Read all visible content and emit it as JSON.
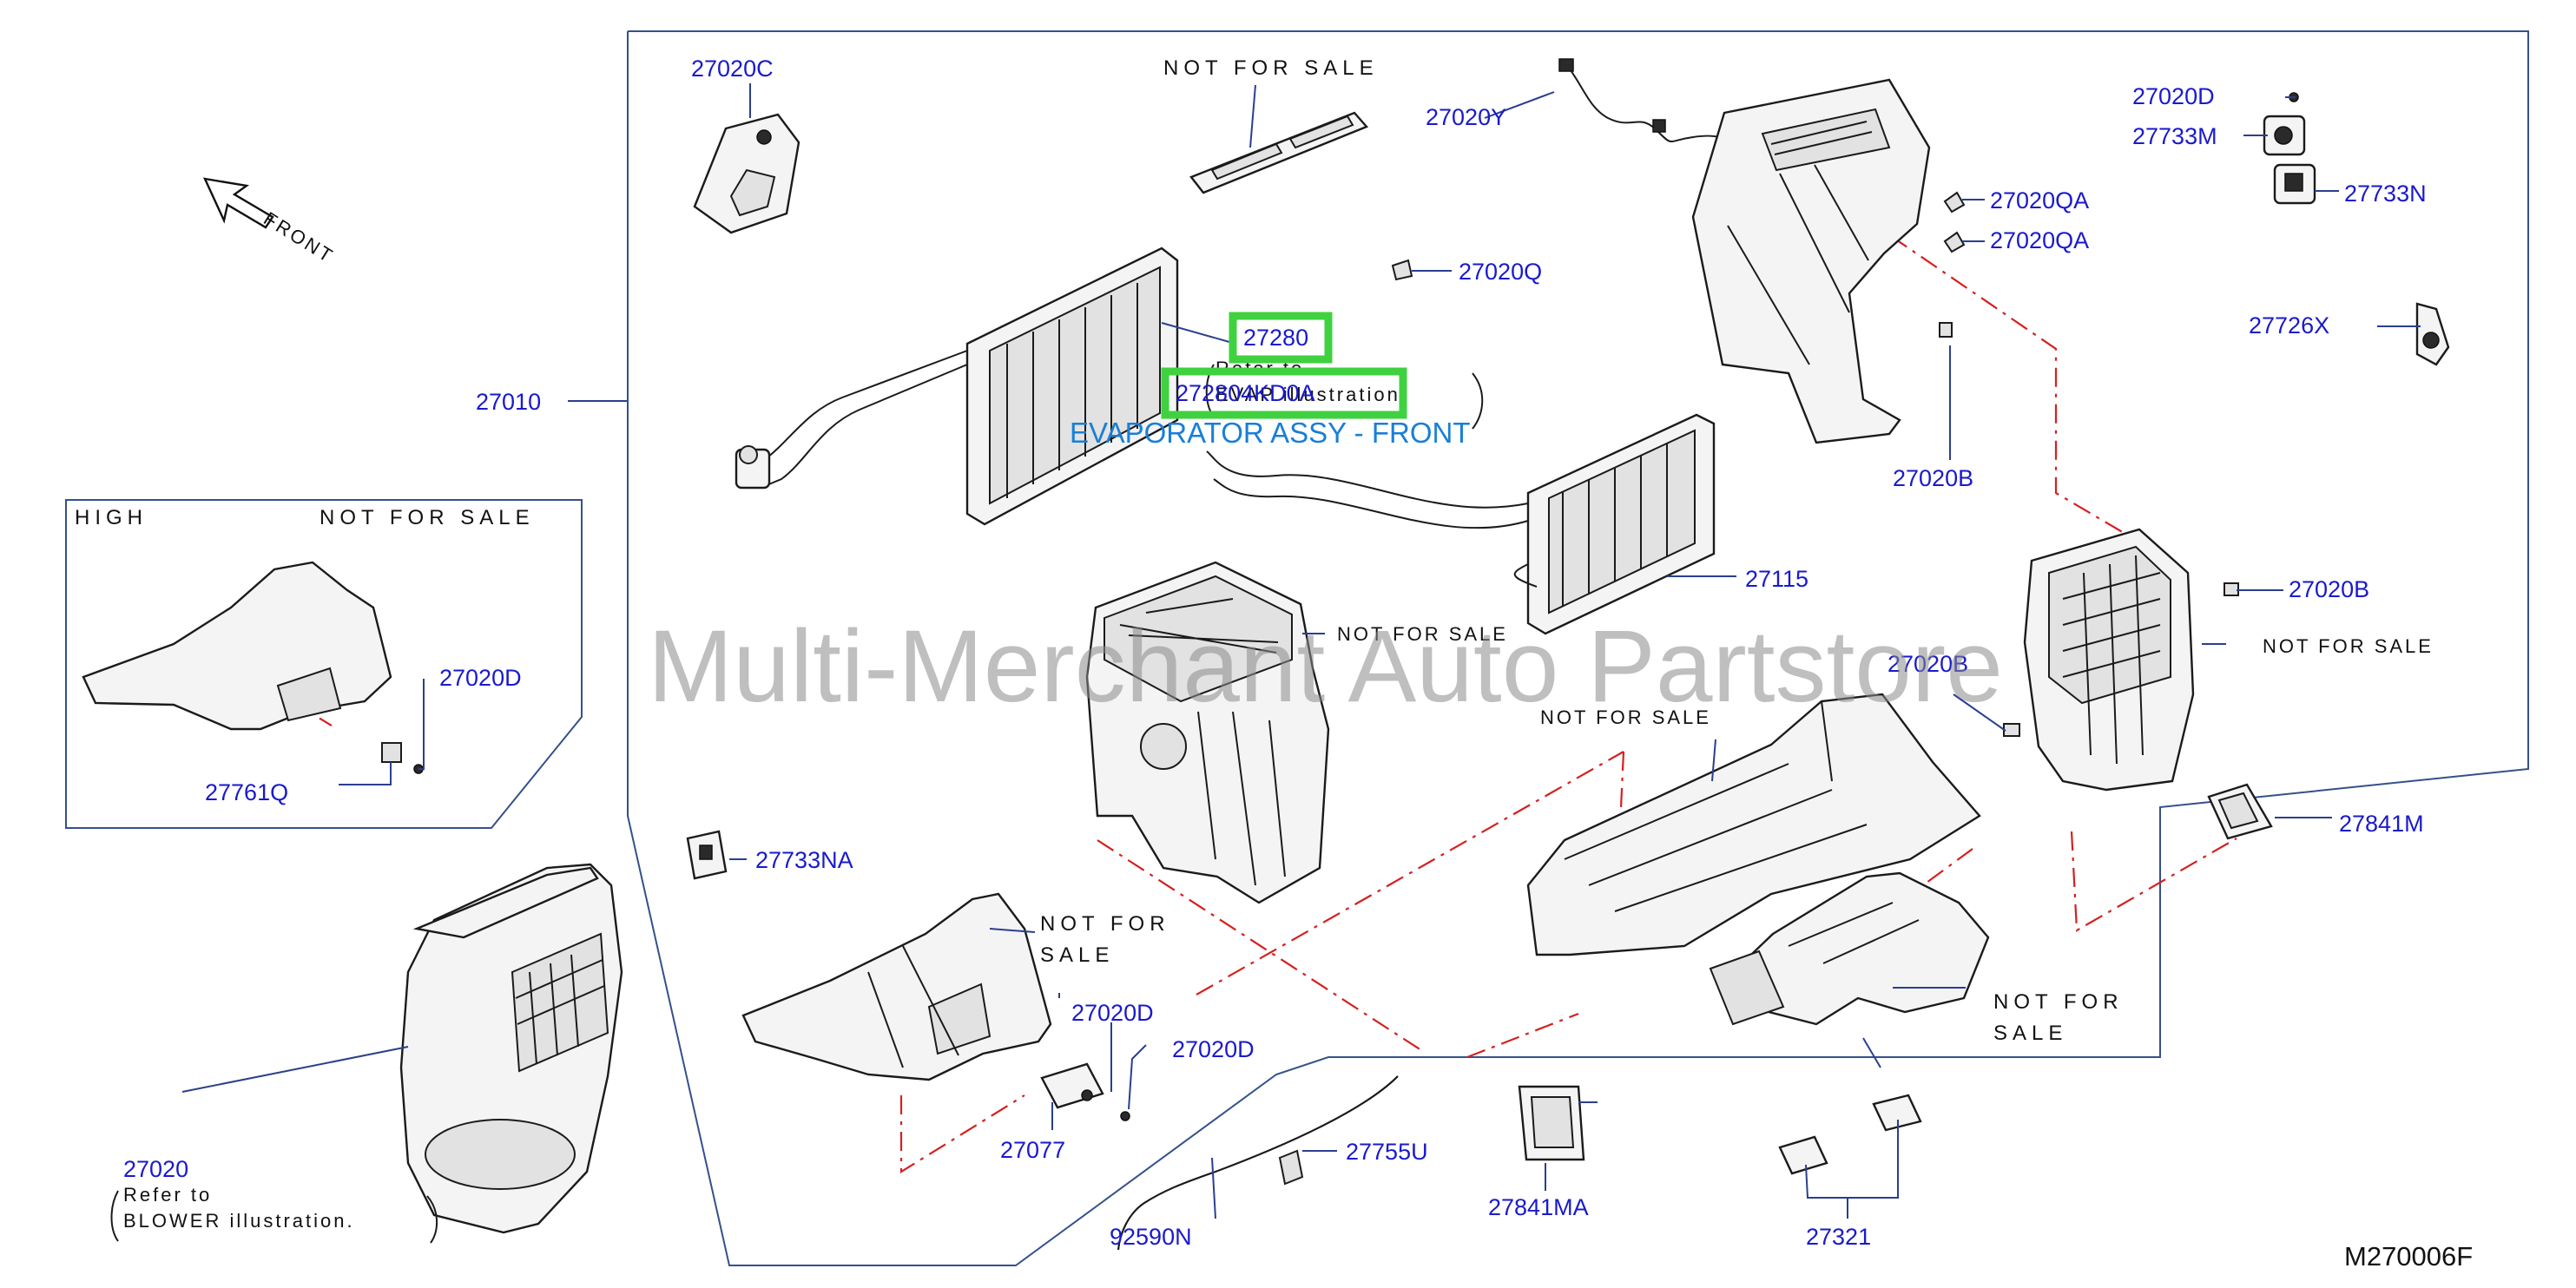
{
  "diagram": {
    "front_label": "FRONT",
    "inset_title": "HIGH",
    "not_for_sale": "NOT FOR SALE",
    "not_for": "NOT FOR",
    "sale": "SALE",
    "refer_to": "Refer to",
    "evap_illustration": "EVAP illustration.",
    "blower_illustration": "BLOWER illustration.",
    "diagram_code": "M270006F",
    "watermark": "Multi-Merchant Auto Partstore",
    "callout_label": "EVAPORATOR ASSY - FRONT",
    "highlight_color": "#3fd13f",
    "label_color": "#1a1acc",
    "parts": {
      "p27020C": "27020C",
      "p27020Y": "27020Y",
      "p27020D_top": "27020D",
      "p27733M": "27733M",
      "p27733N": "27733N",
      "p27020QA_1": "27020QA",
      "p27020QA_2": "27020QA",
      "p27020Q": "27020Q",
      "p27280": "27280",
      "p27280_4KD0A": "272804KD0A",
      "p27726X": "27726X",
      "p27010": "27010",
      "p27020B_1": "27020B",
      "p27115": "27115",
      "p27020B_2": "27020B",
      "p27020B_3": "27020B",
      "p27020D_inset": "27020D",
      "p27761Q": "27761Q",
      "p27733NA": "27733NA",
      "p27841M": "27841M",
      "p27020D_2": "27020D",
      "p27020D_3": "27020D",
      "p27077": "27077",
      "p27020": "27020",
      "p27755U": "27755U",
      "p92590N": "92590N",
      "p27841MA": "27841MA",
      "p27321": "27321"
    }
  }
}
